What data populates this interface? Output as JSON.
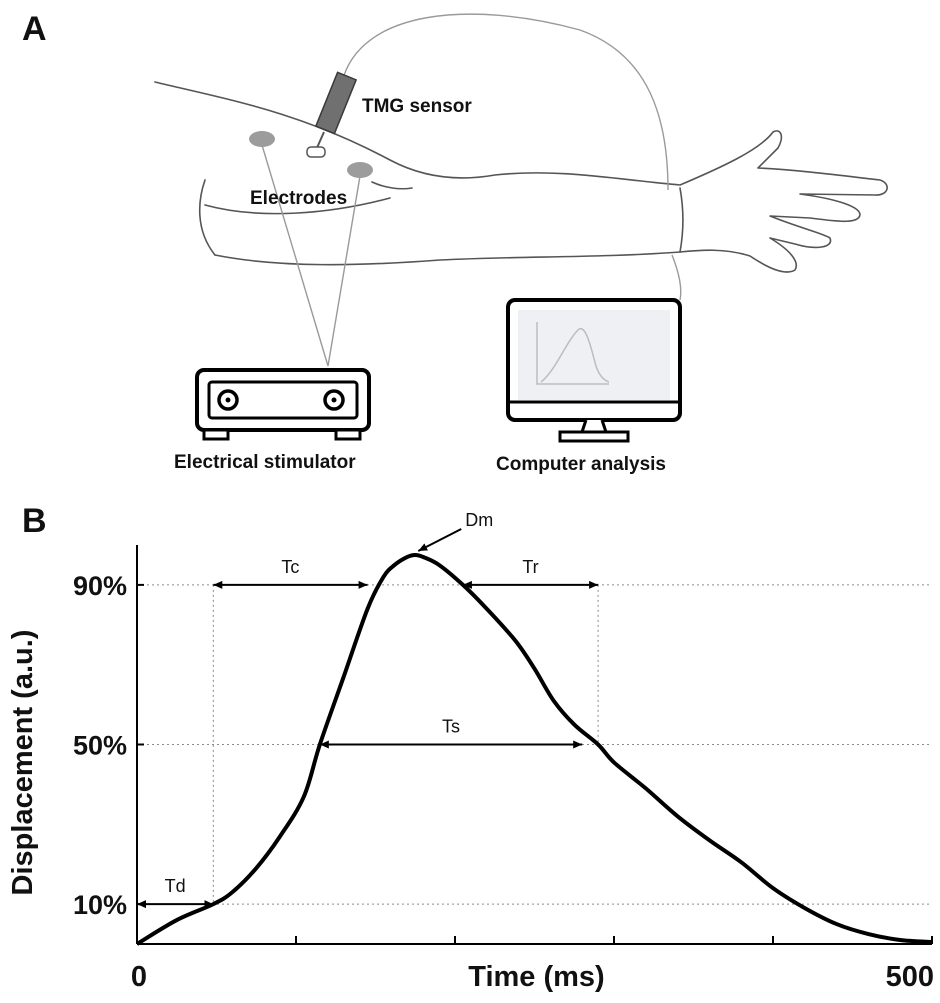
{
  "panels": {
    "a": {
      "letter": "A",
      "labels": {
        "sensor": "TMG sensor",
        "electrodes": "Electrodes",
        "stimulator": "Electrical stimulator",
        "computer": "Computer analysis"
      }
    },
    "b": {
      "letter": "B"
    }
  },
  "chart_data": {
    "type": "line",
    "xlabel": "Time (ms)",
    "ylabel": "Displacement (a.u.)",
    "xlim": [
      0,
      500
    ],
    "ylim": [
      0,
      100
    ],
    "x_ticks": [
      0,
      100,
      200,
      300,
      400,
      500
    ],
    "x_tick_labels": {
      "0": "0",
      "500": "500"
    },
    "y_levels": [
      {
        "value": 10,
        "label": "10%"
      },
      {
        "value": 50,
        "label": "50%"
      },
      {
        "value": 90,
        "label": "90%"
      }
    ],
    "grid": "dotted at 10%, 50%, 90%",
    "series": [
      {
        "x": [
          0,
          25,
          48,
          60,
          75,
          90,
          105,
          115,
          130,
          145,
          155,
          162,
          170,
          175,
          180,
          190,
          205,
          220,
          238,
          250,
          262,
          275,
          290,
          300,
          320,
          340,
          360,
          380,
          400,
          420,
          440,
          460,
          480,
          500
        ],
        "y": [
          0,
          6,
          10,
          13,
          19,
          27,
          37,
          50,
          67,
          84,
          92,
          95,
          97,
          97.5,
          97,
          95,
          90,
          84,
          76,
          69,
          61,
          55,
          50,
          45.5,
          39,
          32,
          26,
          20.5,
          14,
          9,
          5,
          2.5,
          1,
          0.5
        ]
      }
    ],
    "annotations": [
      {
        "label": "Td",
        "from_x": 0,
        "to_x": 48,
        "at_y": 10
      },
      {
        "label": "Tc",
        "from_x": 48,
        "to_x": 145,
        "at_y": 90
      },
      {
        "label": "Tr",
        "from_x": 205,
        "to_x": 290,
        "at_y": 90
      },
      {
        "label": "Ts",
        "from_x": 115,
        "to_x": 280,
        "at_y": 50
      },
      {
        "label": "Dm",
        "x": 175,
        "y": 97.5
      }
    ]
  }
}
